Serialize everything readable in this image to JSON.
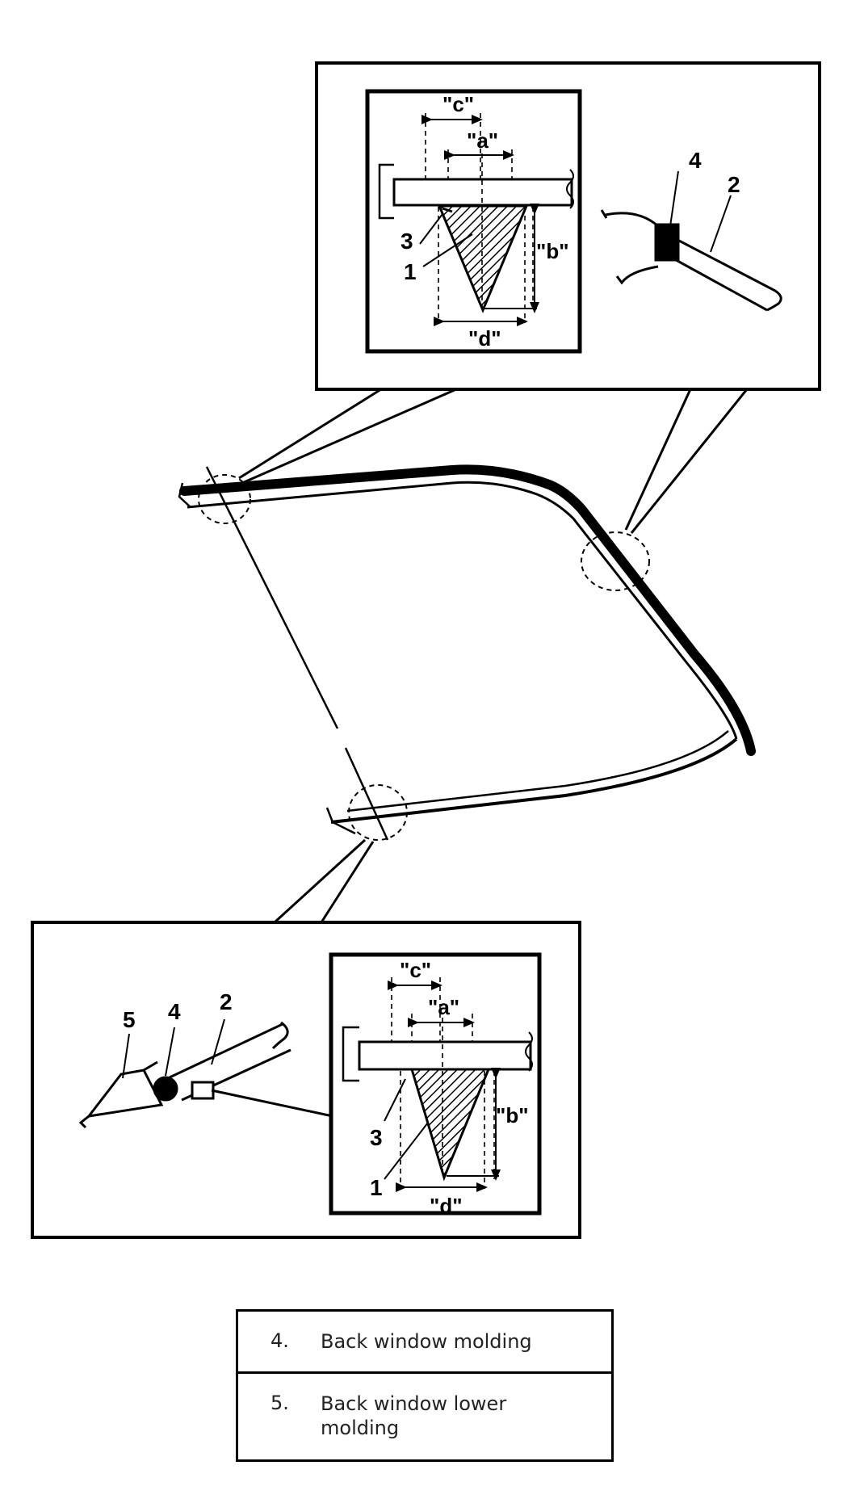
{
  "detail_upper": {
    "dim_c": "\"c\"",
    "dim_a": "\"a\"",
    "dim_b": "\"b\"",
    "dim_d": "\"d\"",
    "callout_1": "1",
    "callout_3": "3",
    "callout_4": "4",
    "callout_2": "2"
  },
  "detail_lower": {
    "dim_c": "\"c\"",
    "dim_a": "\"a\"",
    "dim_b": "\"b\"",
    "dim_d": "\"d\"",
    "callout_1": "1",
    "callout_3": "3",
    "callout_5": "5",
    "callout_4": "4",
    "callout_2": "2"
  },
  "legend": [
    {
      "num": "4.",
      "text": "Back window molding"
    },
    {
      "num": "5.",
      "text": "Back window lower molding"
    }
  ]
}
